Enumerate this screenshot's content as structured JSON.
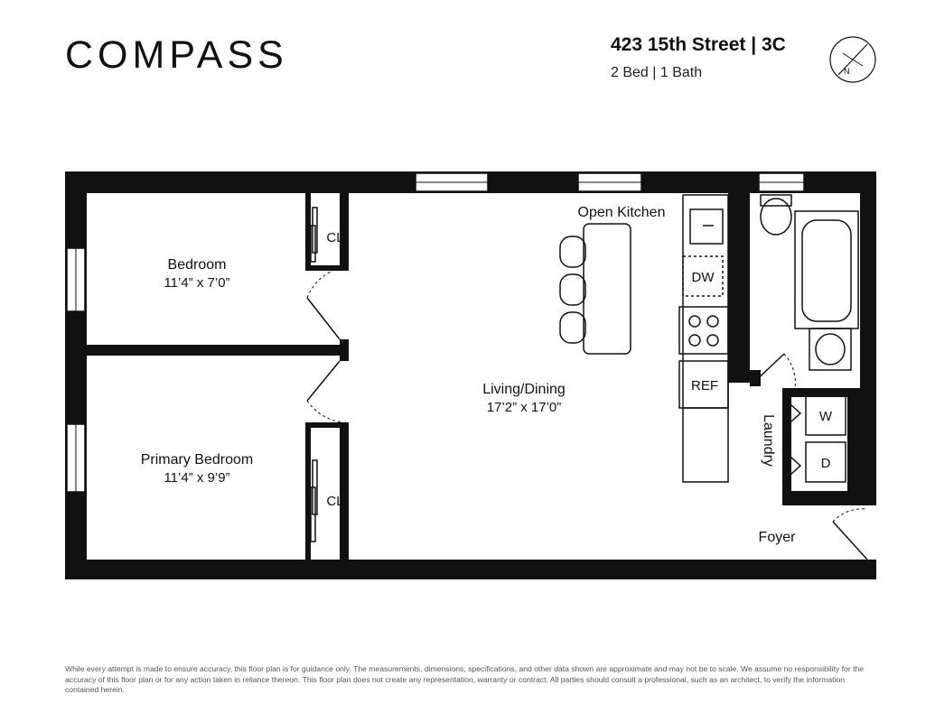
{
  "header": {
    "logo": "COMPASS",
    "address": "423 15th Street | 3C",
    "specs": "2 Bed | 1 Bath"
  },
  "compass_rose": {
    "north_label": "N"
  },
  "rooms": {
    "bedroom": {
      "name": "Bedroom",
      "dims": "11’4” x 7’0”"
    },
    "primary_bedroom": {
      "name": "Primary Bedroom",
      "dims": "11’4” x 9’9”"
    },
    "living_dining": {
      "name": "Living/Dining",
      "dims": "17’2” x 17’0”"
    },
    "open_kitchen": {
      "name": "Open Kitchen"
    },
    "laundry": {
      "name": "Laundry"
    },
    "foyer": {
      "name": "Foyer"
    }
  },
  "fixtures": {
    "closet_1": "CL",
    "closet_2": "CL",
    "dishwasher": "DW",
    "refrigerator": "REF",
    "washer": "W",
    "dryer": "D"
  },
  "colors": {
    "wall": "#111111",
    "text": "#111111",
    "disclaimer": "#555555"
  },
  "disclaimer": "While every attempt is made to ensure accuracy, this floor plan is for guidance only. The measurements, dimensions, specifications, and other data shown are approximate and may not be to scale. We assume no responsibility for the accuracy of this floor plan or for any action taken in reliance thereon. This floor plan does not create any representation, warranty or contract. All parties should consult a professional, such as an architect, to verify the information contained herein."
}
